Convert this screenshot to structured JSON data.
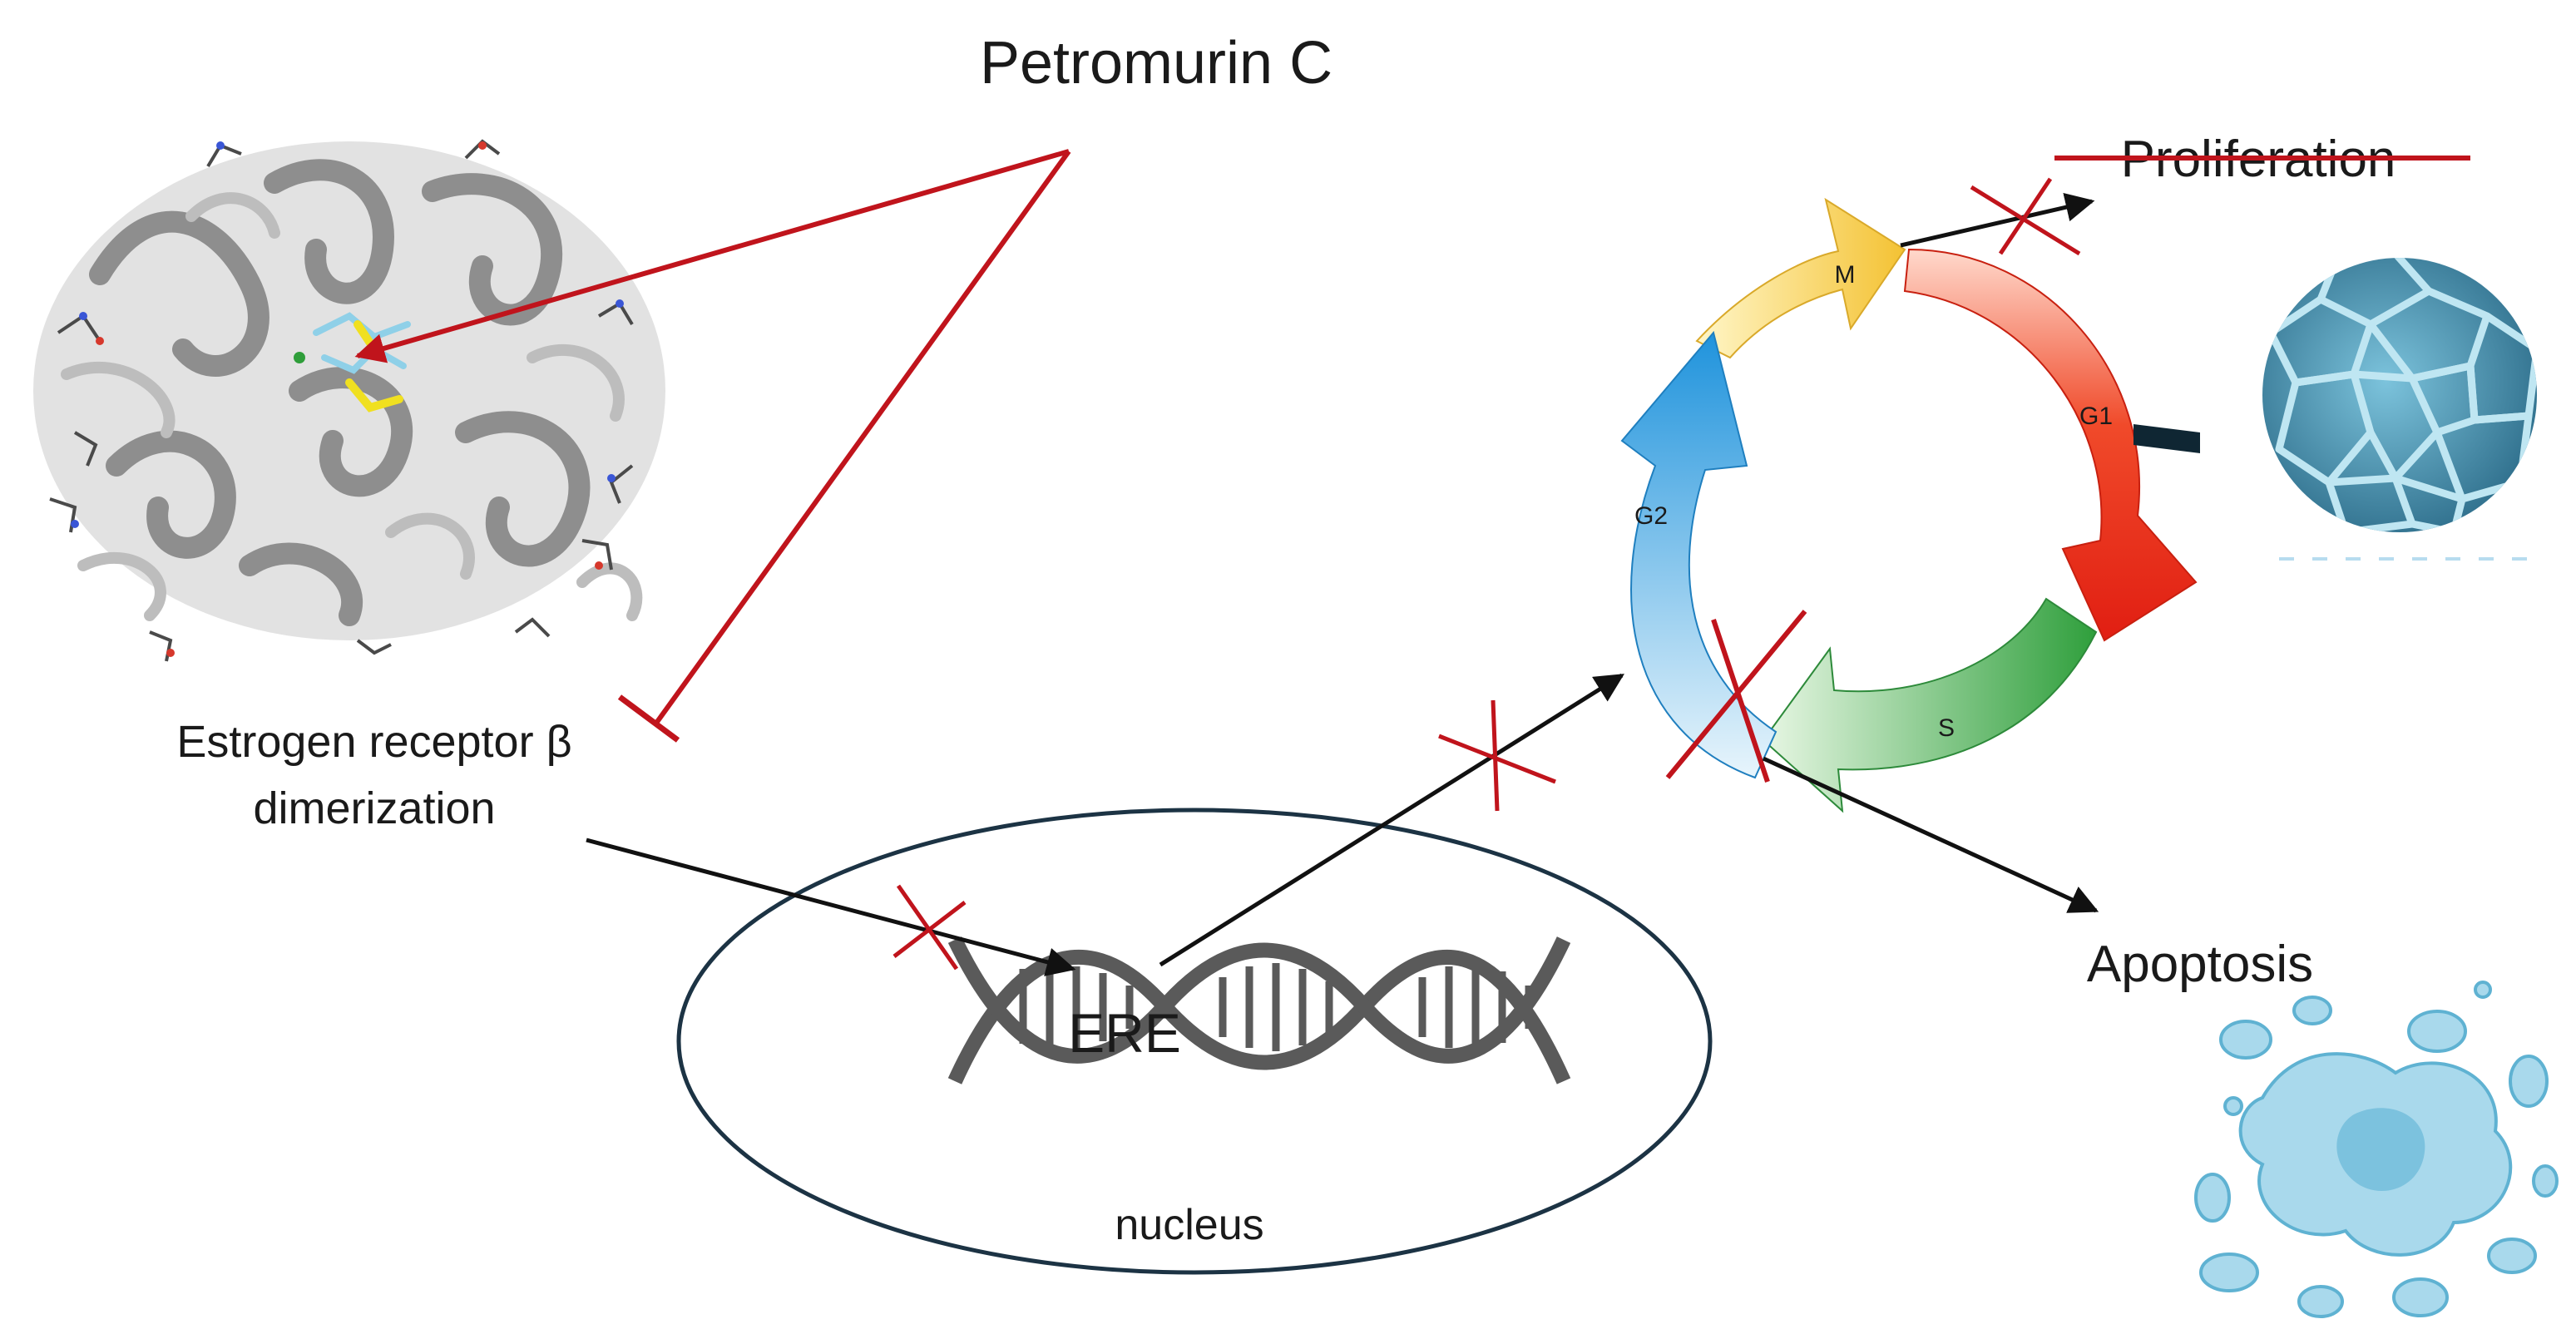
{
  "title": "Petromurin C",
  "labels": {
    "receptor_line1": "Estrogen receptor β",
    "receptor_line2": "dimerization",
    "ere": "ERE",
    "nucleus": "nucleus",
    "proliferation": "Proliferation",
    "apoptosis": "Apoptosis"
  },
  "cell_cycle": {
    "phases": [
      "M",
      "G1",
      "S",
      "G2"
    ],
    "colors": {
      "M": "#f5c842",
      "G1": "#e8321e",
      "S": "#3aa845",
      "G2": "#2fa0dc"
    }
  },
  "colors": {
    "inhibit": "#c0141c",
    "arrow": "#111111",
    "dna": "#5a5a5a",
    "nucleus_outline": "#1c3344",
    "cell_blue": "#3f8fb0",
    "apoptosis_blue": "#a9d9ec"
  },
  "icons": {
    "protein": "protein-structure-icon",
    "dna": "dna-helix-icon",
    "cell": "cancer-cell-icon",
    "apoptotic": "apoptotic-cell-icon"
  }
}
